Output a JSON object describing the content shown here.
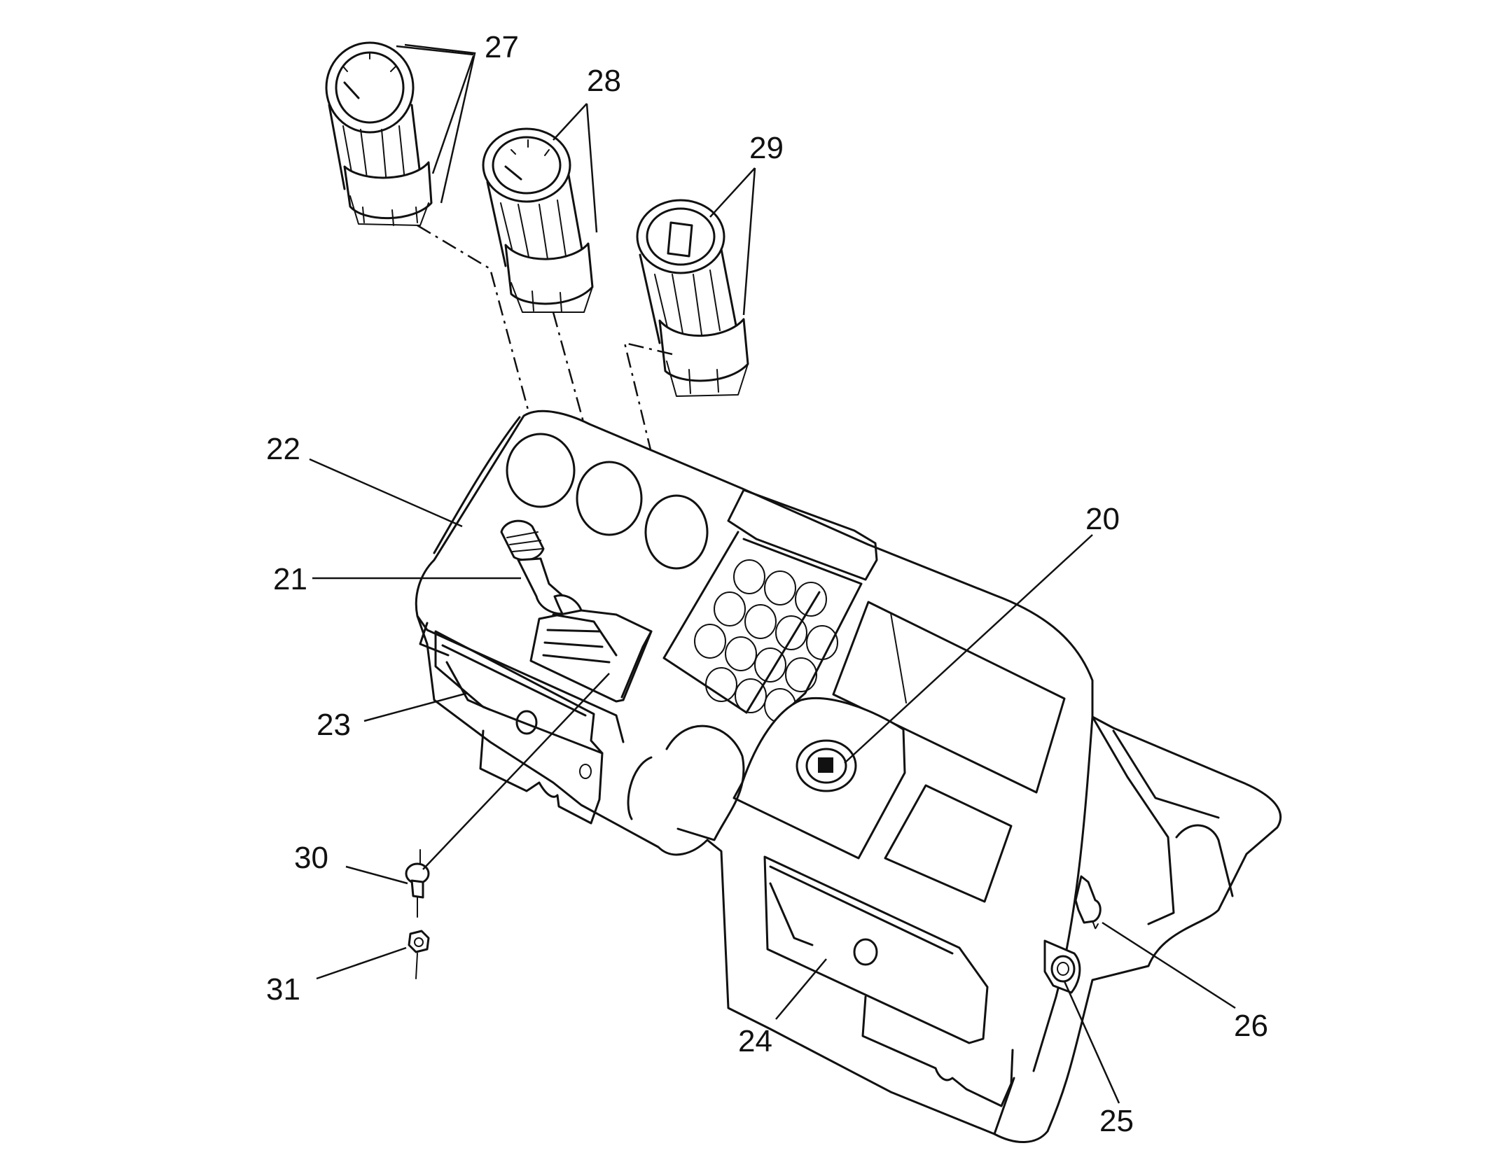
{
  "callouts": [
    {
      "id": "c20",
      "text": "20"
    },
    {
      "id": "c21",
      "text": "21"
    },
    {
      "id": "c22",
      "text": "22"
    },
    {
      "id": "c23",
      "text": "23"
    },
    {
      "id": "c24",
      "text": "24"
    },
    {
      "id": "c25",
      "text": "25"
    },
    {
      "id": "c26",
      "text": "26"
    },
    {
      "id": "c27",
      "text": "27"
    },
    {
      "id": "c28",
      "text": "28"
    },
    {
      "id": "c29",
      "text": "29"
    },
    {
      "id": "c30",
      "text": "30"
    },
    {
      "id": "c31",
      "text": "31"
    }
  ],
  "colors": {
    "ink": "#111111",
    "paper": "#ffffff"
  },
  "parts": [
    "gauge-27",
    "gauge-28",
    "gauge-29",
    "gear-lever-21",
    "console-22",
    "panel-23",
    "panel-24",
    "switch-25",
    "clip-26",
    "ignition-20",
    "bolt-30",
    "nut-31"
  ]
}
